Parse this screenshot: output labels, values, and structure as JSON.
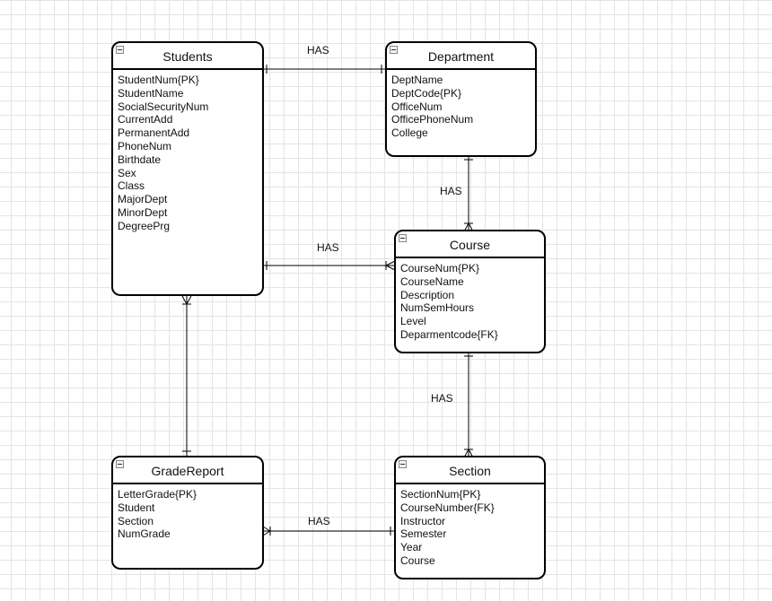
{
  "entities": {
    "students": {
      "title": "Students",
      "attributes": [
        "StudentNum{PK}",
        "StudentName",
        "SocialSecurityNum",
        "CurrentAdd",
        "PermanentAdd",
        "PhoneNum",
        "Birthdate",
        "Sex",
        "Class",
        "MajorDept",
        "MinorDept",
        "DegreePrg"
      ]
    },
    "department": {
      "title": "Department",
      "attributes": [
        "DeptName",
        "DeptCode{PK}",
        "OfficeNum",
        "OfficePhoneNum",
        "College"
      ]
    },
    "course": {
      "title": "Course",
      "attributes": [
        "CourseNum{PK}",
        "CourseName",
        "Description",
        "NumSemHours",
        "Level",
        "Deparmentcode{FK}"
      ]
    },
    "gradereport": {
      "title": "GradeReport",
      "attributes": [
        "LetterGrade{PK}",
        "Student",
        "Section",
        "NumGrade"
      ]
    },
    "section": {
      "title": "Section",
      "attributes": [
        "SectionNum{PK}",
        "CourseNumber{FK}",
        "Instructor",
        "Semester",
        "Year",
        "Course"
      ]
    }
  },
  "relationships": [
    {
      "id": "students-department",
      "label": "HAS",
      "from_end": "one",
      "to_end": "one"
    },
    {
      "id": "department-course",
      "label": "HAS",
      "from_end": "one",
      "to_end": "many"
    },
    {
      "id": "students-course",
      "label": "HAS",
      "from_end": "one",
      "to_end": "many"
    },
    {
      "id": "course-section",
      "label": "HAS",
      "from_end": "one",
      "to_end": "many"
    },
    {
      "id": "students-gradereport",
      "label": "HAS",
      "from_end": "many",
      "to_end": "one"
    },
    {
      "id": "gradereport-section",
      "label": "HAS",
      "from_end": "many",
      "to_end": "one"
    }
  ]
}
